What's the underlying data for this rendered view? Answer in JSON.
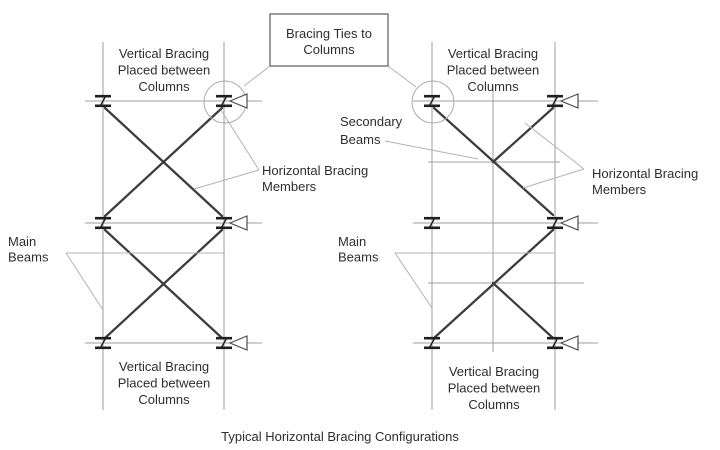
{
  "figure": {
    "caption": "Typical Horizontal Bracing Configurations"
  },
  "callout_box": {
    "l1": "Bracing Ties to",
    "l2": "Columns"
  },
  "labels": {
    "vertical_bracing": {
      "l1": "Vertical Bracing",
      "l2": "Placed between",
      "l3": "Columns"
    },
    "horizontal_bracing": {
      "l1": "Horizontal Bracing",
      "l2": "Members"
    },
    "main_beams": {
      "l1": "Main",
      "l2": "Beams"
    },
    "secondary_beams": {
      "l1": "Secondary",
      "l2": "Beams"
    }
  },
  "colors": {
    "structure_line": "#9c9c9c",
    "leader_line": "#b3b3b3",
    "brace_line": "#3d3d3d",
    "column_marker": "#1f1f1f",
    "text": "#2e2e2e",
    "background": "#ffffff"
  }
}
